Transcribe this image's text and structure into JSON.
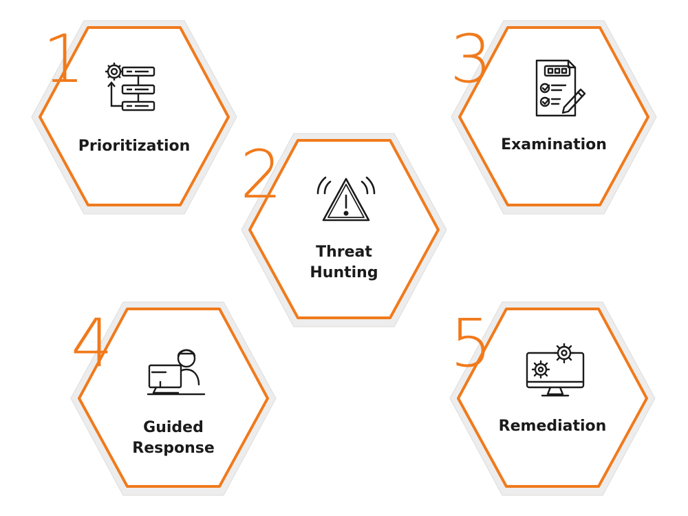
{
  "colors": {
    "accent": "#f07a1c",
    "text": "#1a1a1a",
    "icon": "#1a1a1a"
  },
  "steps": [
    {
      "number": "1",
      "lines": [
        "Prioritization"
      ],
      "icon": "priority-list-gear-icon"
    },
    {
      "number": "2",
      "lines": [
        "Threat",
        "Hunting"
      ],
      "icon": "warning-alarm-icon"
    },
    {
      "number": "3",
      "lines": [
        "Examination"
      ],
      "icon": "checklist-pencil-icon"
    },
    {
      "number": "4",
      "lines": [
        "Guided",
        "Response"
      ],
      "icon": "person-at-computer-icon"
    },
    {
      "number": "5",
      "lines": [
        "Remediation"
      ],
      "icon": "monitor-gears-icon"
    }
  ]
}
